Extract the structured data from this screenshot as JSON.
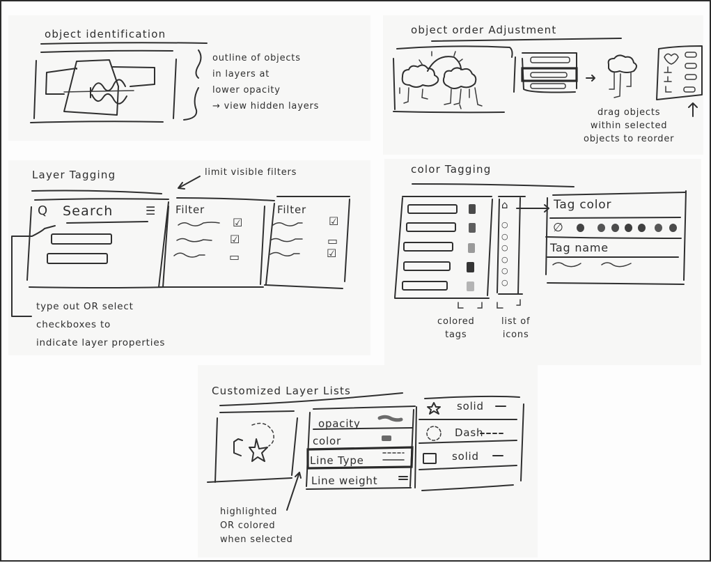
{
  "sections": {
    "object_identification": {
      "title": "object identification",
      "annotation": [
        "outline of objects",
        "in layers at",
        "lower opacity",
        "→ view hidden layers"
      ]
    },
    "object_order": {
      "title": "object order Adjustment",
      "annotation": [
        "drag objects",
        "within selected",
        "objects to reorder"
      ]
    },
    "layer_tagging": {
      "title": "Layer Tagging",
      "search_label": "Search",
      "callout_top": "limit visible filters",
      "filters": [
        {
          "label": "Filter",
          "checks": [
            true,
            true,
            false
          ]
        },
        {
          "label": "Filter",
          "checks": [
            true,
            false,
            true
          ]
        }
      ],
      "annotation": [
        "type out OR select",
        "checkboxes to",
        "indicate layer properties"
      ]
    },
    "color_tagging": {
      "title": "color Tagging",
      "tag_color_label": "Tag color",
      "tag_name_label": "Tag name",
      "swatch_count": 7,
      "annotation_left": [
        "colored",
        "tags"
      ],
      "annotation_right": [
        "list of",
        "icons"
      ]
    },
    "custom_layer_lists": {
      "title": "Customized Layer Lists",
      "properties": [
        "opacity",
        "color",
        "Line Type",
        "Line weight"
      ],
      "selected_property": "Line Type",
      "line_types": [
        {
          "shape": "star",
          "label": "solid",
          "stroke": "—"
        },
        {
          "shape": "circle",
          "label": "Dash",
          "stroke": "- - -"
        },
        {
          "shape": "square",
          "label": "solid",
          "stroke": "—"
        }
      ],
      "annotation": [
        "highlighted",
        "OR colored",
        "when selected"
      ]
    }
  }
}
